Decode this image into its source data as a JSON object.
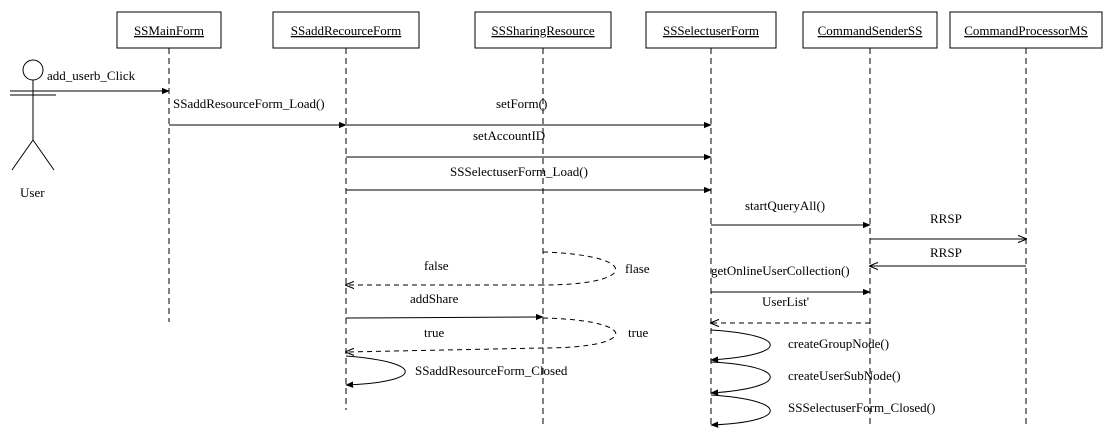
{
  "actor": {
    "label": "User"
  },
  "objects": [
    {
      "id": "mainform",
      "label": "SSMainForm"
    },
    {
      "id": "addform",
      "label": "SSaddRecourceForm"
    },
    {
      "id": "sharing",
      "label": "SSSharingResource"
    },
    {
      "id": "selectuser",
      "label": "SSSelectuserForm"
    },
    {
      "id": "cmdsender",
      "label": "CommandSenderSS"
    },
    {
      "id": "cmdprocessor",
      "label": "CommandProcessorMS"
    }
  ],
  "messages": {
    "m1": "add_userb_Click",
    "m2": "SSaddResourceForm_Load()",
    "m3": "setForm()",
    "m4": "setAccountID",
    "m5": "SSSelectuserForm_Load()",
    "m6": "startQueryAll()",
    "m7": "RRSP",
    "m8": "RRSP",
    "m9_left": "false",
    "m9_right": "flase",
    "m10": "getOnlineUserCollection()",
    "m11": "UserList'",
    "m12": "addShare",
    "m13_left": "true",
    "m13_right": "true",
    "m14": "createGroupNode()",
    "m15": "SSaddResourceForm_Closed",
    "m16": "createUserSubNode()",
    "m17": "SSSelectuserForm_Closed()"
  }
}
